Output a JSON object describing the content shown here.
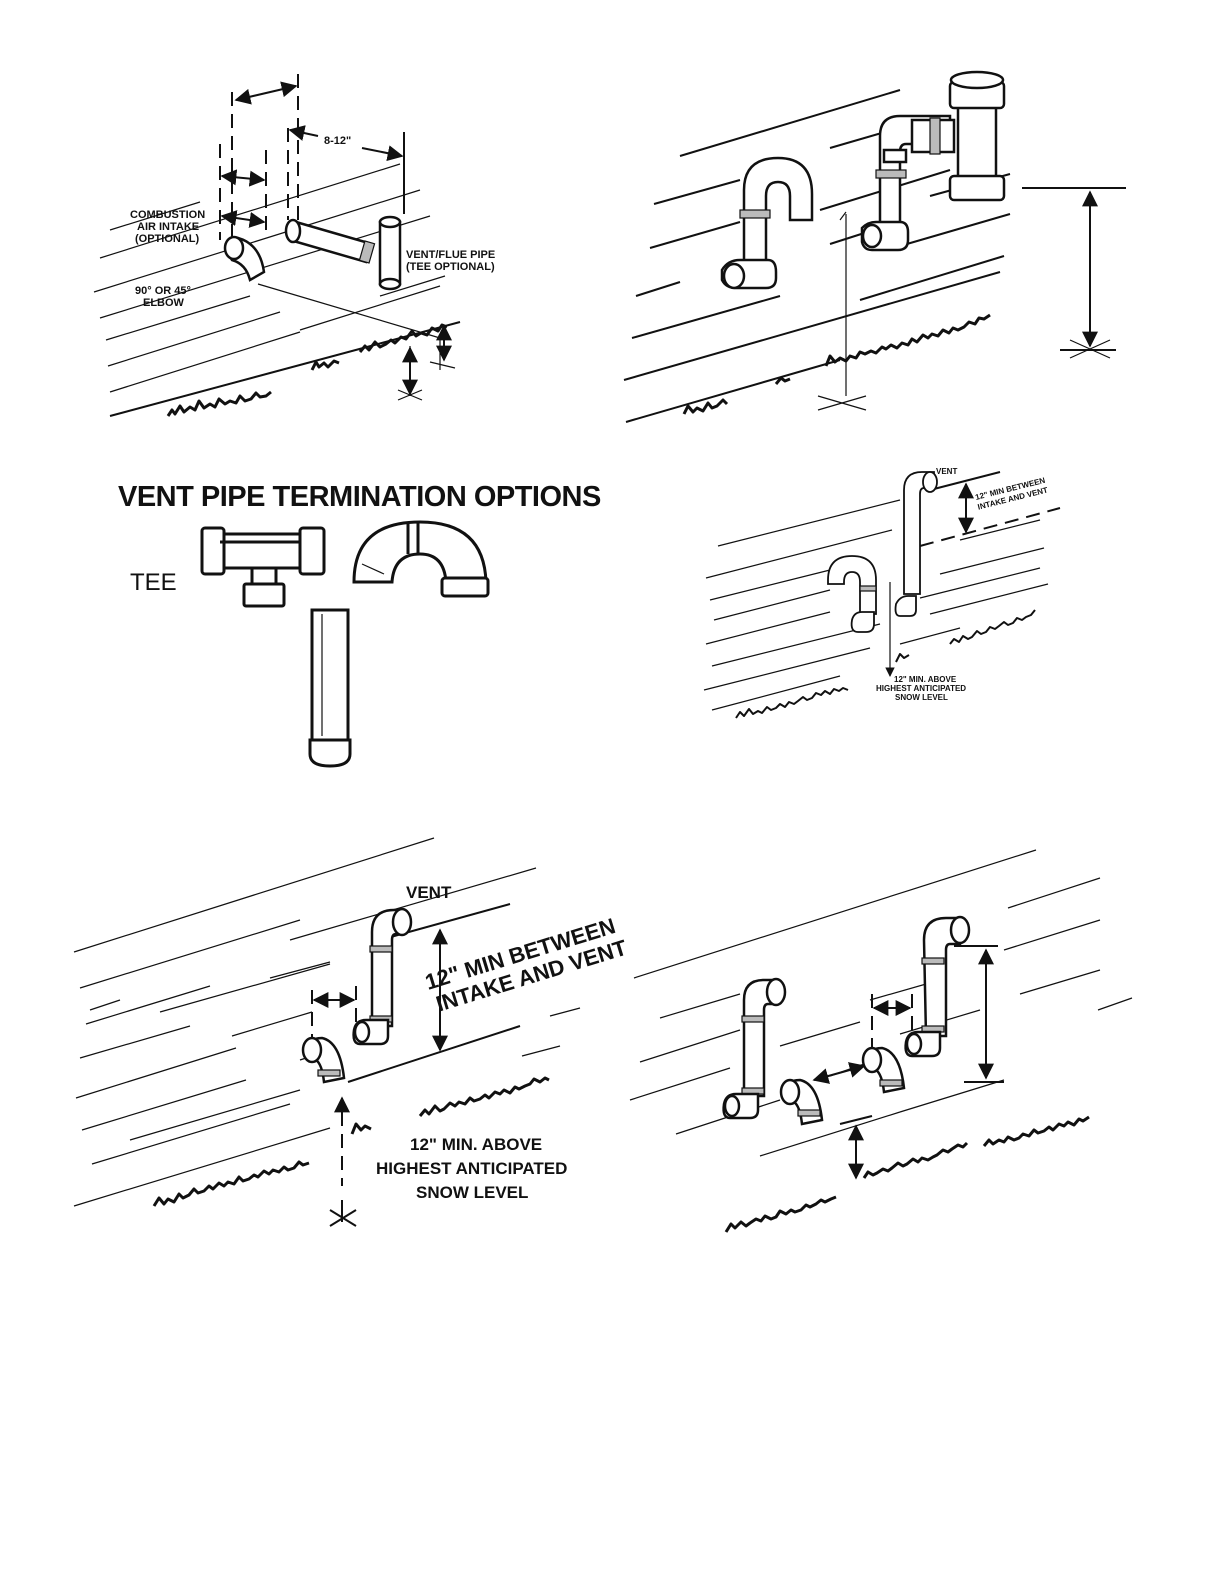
{
  "figure1": {
    "dim_label": "8-12\"",
    "intake_label": [
      "COMBUSTION",
      "AIR INTAKE",
      "(OPTIONAL)"
    ],
    "vent_label": [
      "VENT/FLUE PIPE",
      "(TEE OPTIONAL)"
    ],
    "elbow_label": [
      "90° OR 45°",
      "ELBOW"
    ]
  },
  "figure3": {
    "title": "VENT PIPE TERMINATION OPTIONS",
    "tee_label": "TEE"
  },
  "figure4": {
    "vent_label": "VENT",
    "between_label": [
      "12\" MIN BETWEEN",
      "INTAKE AND VENT"
    ],
    "snow_label": [
      "12\" MIN. ABOVE",
      "HIGHEST ANTICIPATED",
      "SNOW LEVEL"
    ]
  },
  "figure5": {
    "vent_label": "VENT",
    "between_label": [
      "12\" MIN BETWEEN",
      "INTAKE AND VENT"
    ],
    "snow_label": [
      "12\" MIN. ABOVE",
      "HIGHEST ANTICIPATED",
      "SNOW LEVEL"
    ]
  }
}
